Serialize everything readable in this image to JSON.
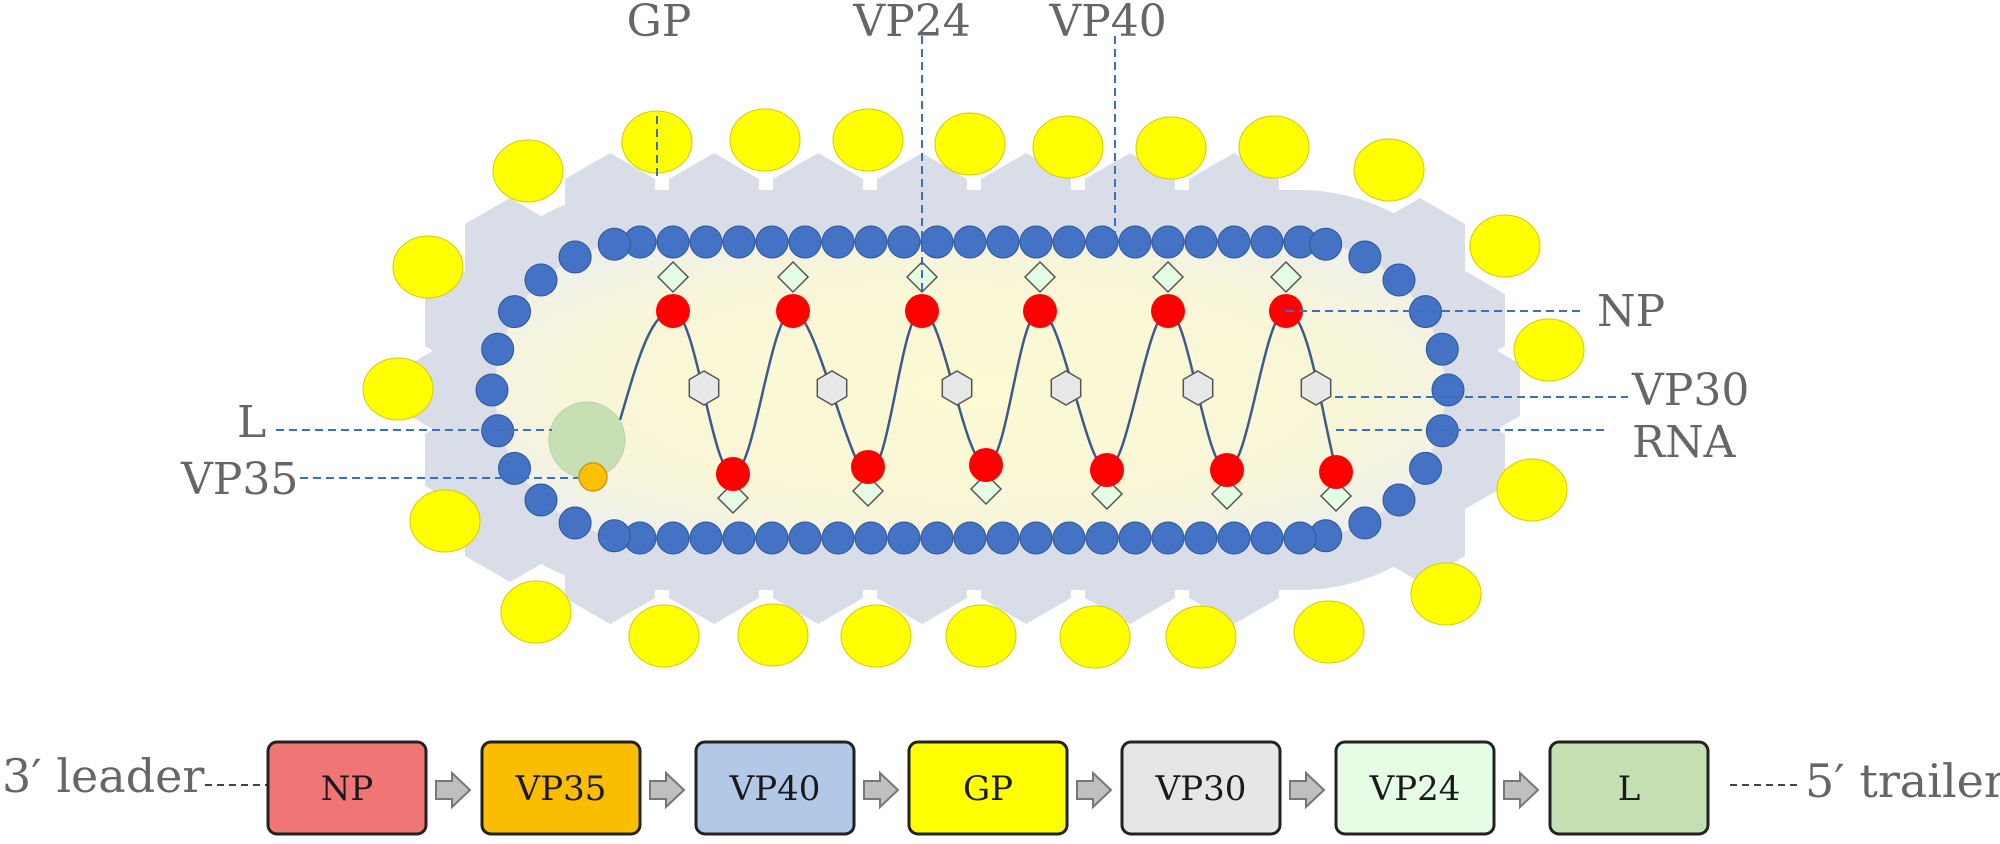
{
  "labels": {
    "gp": "GP",
    "vp24": "VP24",
    "vp40": "VP40",
    "np": "NP",
    "vp30": "VP30",
    "rna": "RNA",
    "l": "L",
    "vp35": "VP35"
  },
  "genome": {
    "leader": "3′ leader",
    "trailer": "5′ trailer",
    "genes": [
      {
        "name": "NP",
        "color": "#f07575"
      },
      {
        "name": "VP35",
        "color": "#fbbd00"
      },
      {
        "name": "VP40",
        "color": "#b3c7e6"
      },
      {
        "name": "GP",
        "color": "#ffff00"
      },
      {
        "name": "VP30",
        "color": "#e6e6e6"
      },
      {
        "name": "VP24",
        "color": "#e5fde5"
      },
      {
        "name": "L",
        "color": "#c4dfb1"
      }
    ]
  },
  "colors": {
    "gp_spike": "#ffff00",
    "matrix_bead": "#4472c4",
    "np_node": "#ff0000",
    "vp24_diamond": "#e5fde5",
    "vp30_hexagon": "#e8e8e8",
    "l_protein": "#c6e0b4",
    "vp35_protein": "#ffc000",
    "envelope": "#d9dde8",
    "core": "#fcfad2",
    "leader_line": "#3b6fc4"
  }
}
